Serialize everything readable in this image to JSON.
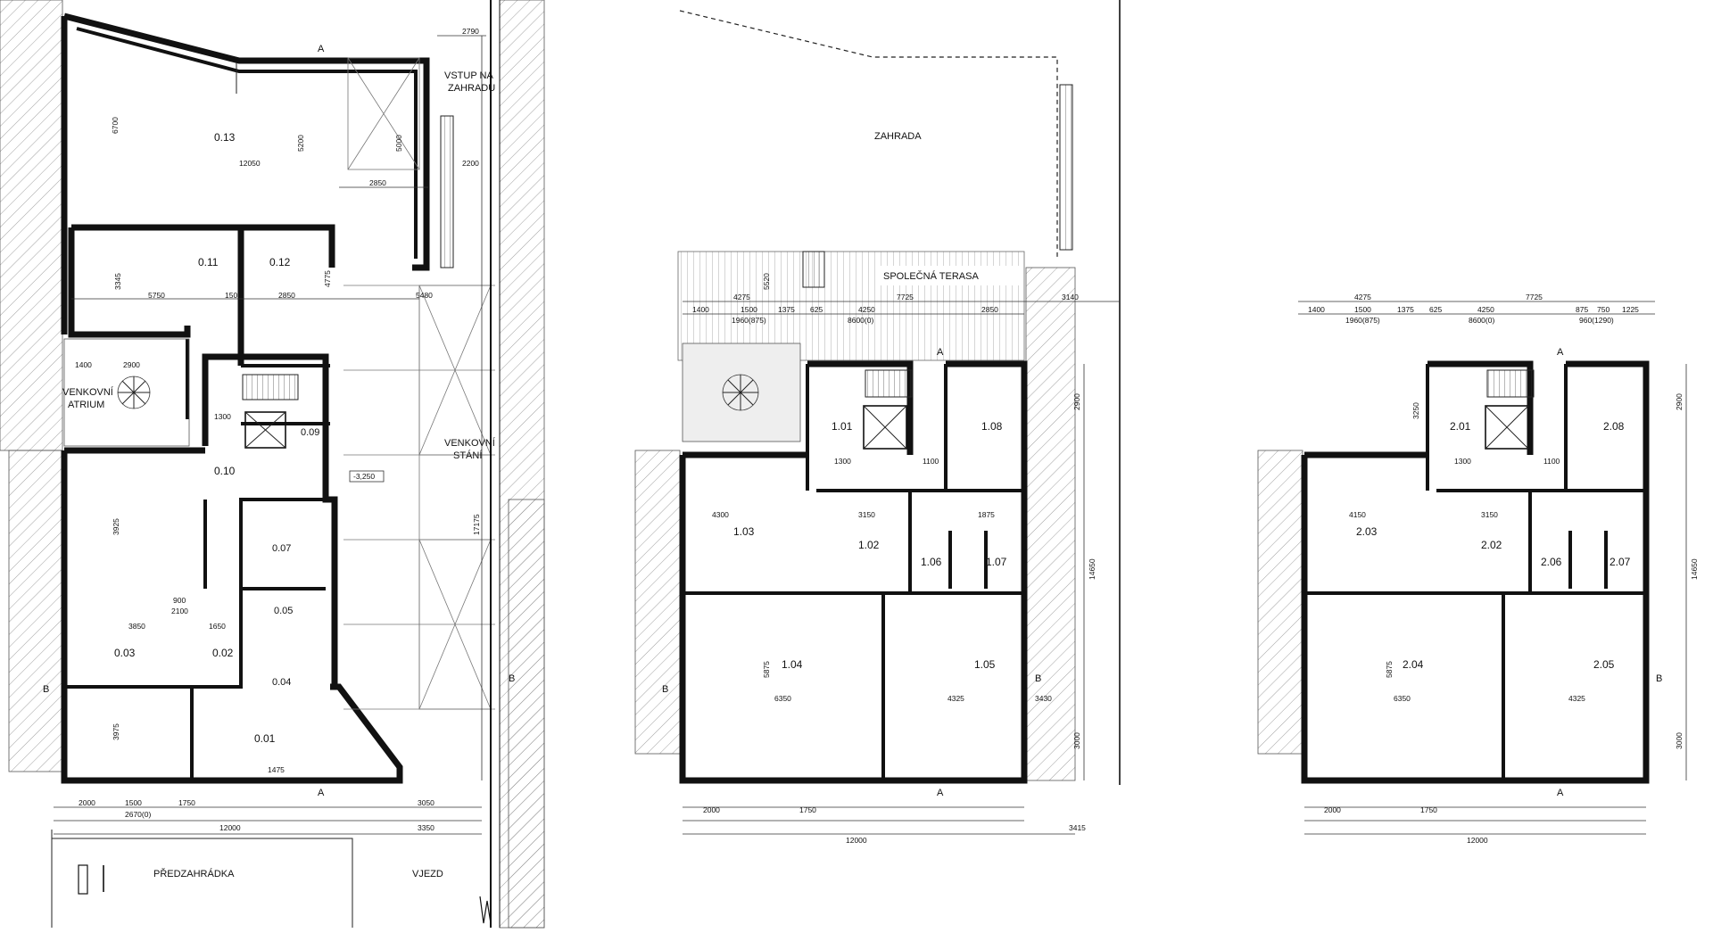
{
  "plan1": {
    "rooms": {
      "r013": "0.13",
      "r011": "0.11",
      "r012": "0.12",
      "r010": "0.10",
      "r009": "0.09",
      "r007": "0.07",
      "r005": "0.05",
      "r004": "0.04",
      "r003": "0.03",
      "r002": "0.02",
      "r001": "0.01"
    },
    "labels": {
      "vstup": [
        "VSTUP NA",
        "ZAHRADU"
      ],
      "atrium": [
        "VENKOVNÍ",
        "ATRIUM"
      ],
      "stani": [
        "VENKOVNÍ",
        "STÁNÍ"
      ],
      "predzahradka": "PŘEDZAHRÁDKA",
      "vjezd": "VJEZD",
      "level": "-3,250"
    },
    "dims": {
      "d2790": "2790",
      "d6700": "6700",
      "d5200": "5200",
      "d5000": "5000",
      "d12050": "12050",
      "d2200": "2200",
      "d2850a": "2850",
      "d5750": "5750",
      "d150": "150",
      "d2850b": "2850",
      "d5480": "5480",
      "d3345": "3345",
      "d1400": "1400",
      "d2900": "2900",
      "d1300": "1300",
      "d3925": "3925",
      "d3850": "3850",
      "d1650": "1650",
      "d3975": "3975",
      "d17175": "17175",
      "d2000": "2000",
      "d1500": "1500",
      "d1750": "1750",
      "d12000": "12000",
      "d3050": "3050",
      "d3350": "3350",
      "d2670": "2670(0)",
      "d900": "900",
      "d2100": "2100",
      "d1475": "1475",
      "d4775": "4775"
    }
  },
  "plan2": {
    "rooms": {
      "r101": "1.01",
      "r102": "1.02",
      "r103": "1.03",
      "r104": "1.04",
      "r105": "1.05",
      "r106": "1.06",
      "r107": "1.07",
      "r108": "1.08"
    },
    "labels": {
      "zahrada": "ZAHRADA",
      "terasa": "SPOLEČNÁ TERASA"
    },
    "dims": {
      "d4275": "4275",
      "d7725": "7725",
      "d3140": "3140",
      "d1400": "1400",
      "d1500": "1500",
      "d1960": "1960(875)",
      "d1375": "1375",
      "d625": "625",
      "d4250": "4250",
      "d8600": "8600(0)",
      "d2850": "2850",
      "d4300": "4300",
      "d3150": "3150",
      "d1875": "1875",
      "d6350": "6350",
      "d4325": "4325",
      "d5875": "5875",
      "d2000": "2000",
      "d1750": "1750",
      "d12000": "12000",
      "d3415": "3415",
      "d3430": "3430",
      "d14650": "14650",
      "d2900": "2900",
      "d3000": "3000",
      "d5520": "5520",
      "d1300": "1300",
      "d1100": "1100"
    }
  },
  "plan3": {
    "rooms": {
      "r201": "2.01",
      "r202": "2.02",
      "r203": "2.03",
      "r204": "2.04",
      "r205": "2.05",
      "r206": "2.06",
      "r207": "2.07",
      "r208": "2.08"
    },
    "dims": {
      "d4275": "4275",
      "d7725": "7725",
      "d1400": "1400",
      "d1500": "1500",
      "d1960": "1960(875)",
      "d1375": "1375",
      "d625": "625",
      "d4250": "4250",
      "d8600": "8600(0)",
      "d875": "875",
      "d750": "750",
      "d1225": "1225",
      "d960": "960(1290)",
      "d4150": "4150",
      "d3150": "3150",
      "d6350": "6350",
      "d4325": "4325",
      "d5875": "5875",
      "d2000": "2000",
      "d1750": "1750",
      "d12000": "12000",
      "d14650": "14650",
      "d2900": "2900",
      "d3000": "3000",
      "d3250": "3250",
      "d1300": "1300",
      "d1100": "1100"
    }
  },
  "markers": {
    "A": "A",
    "B": "B"
  }
}
